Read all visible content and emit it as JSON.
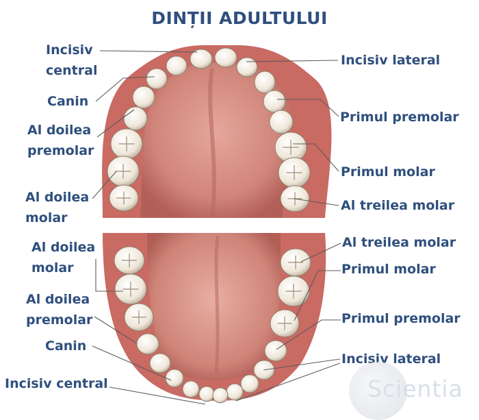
{
  "title": "DINȚII ADULTULUI",
  "upper_left": {
    "incisiv_central": [
      "Incisiv",
      "central"
    ],
    "canin": "Canin",
    "premolar2": [
      "Al doilea",
      "premolar"
    ],
    "molar2": [
      "Al doilea",
      "molar"
    ]
  },
  "upper_right": {
    "incisiv_lateral": "Incisiv lateral",
    "premolar1": "Primul premolar",
    "molar1": "Primul molar",
    "molar3": "Al treilea molar"
  },
  "lower_left": {
    "molar2": [
      "Al doilea",
      "molar"
    ],
    "premolar2": [
      "Al doilea",
      "premolar"
    ],
    "canin": "Canin",
    "incisiv_central": "Incisiv central"
  },
  "lower_right": {
    "molar3": "Al treilea molar",
    "molar1": "Primul molar",
    "premolar1": "Primul premolar",
    "incisiv_lateral": "Incisiv lateral"
  },
  "logo": "Scientia",
  "colors": {
    "label": "#2f4f7e",
    "gum": "#c96a63",
    "palate": "#d98e84",
    "tooth": "#f4efe6",
    "leader": "#5a5a5a"
  }
}
